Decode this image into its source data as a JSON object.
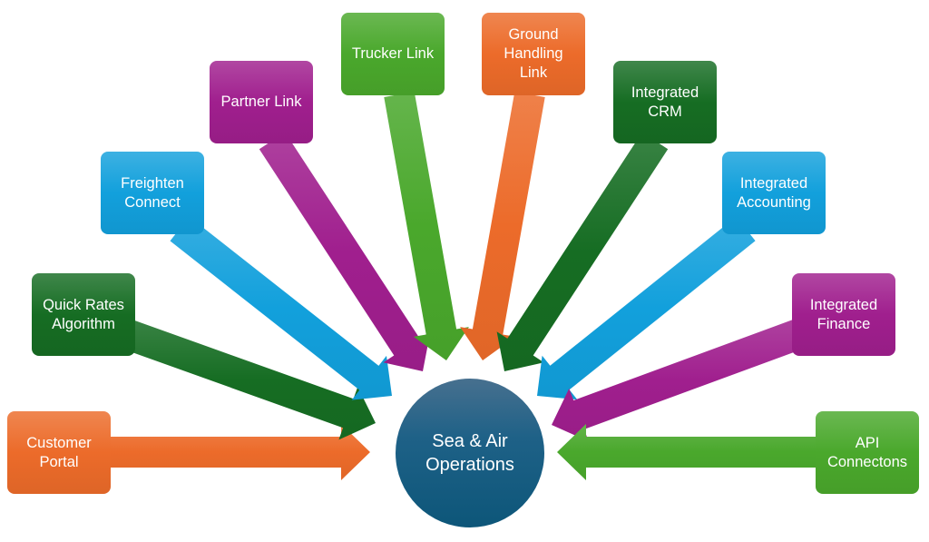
{
  "hub": {
    "label": "Sea & Air\nOperations",
    "color": "#0f5a7e"
  },
  "nodes": [
    {
      "id": "customer-portal",
      "label": "Customer\nPortal",
      "color": "#ec6b2a"
    },
    {
      "id": "quick-rates-algorithm",
      "label": "Quick Rates\nAlgorithm",
      "color": "#166d23"
    },
    {
      "id": "freighten-connect",
      "label": "Freighten\nConnect",
      "color": "#12a0dc"
    },
    {
      "id": "partner-link",
      "label": "Partner Link",
      "color": "#a01f8e"
    },
    {
      "id": "trucker-link",
      "label": "Trucker Link",
      "color": "#4aa82c"
    },
    {
      "id": "ground-handling-link",
      "label": "Ground\nHandling\nLink",
      "color": "#ec6b2a"
    },
    {
      "id": "integrated-crm",
      "label": "Integrated\nCRM",
      "color": "#166d23"
    },
    {
      "id": "integrated-accounting",
      "label": "Integrated\nAccounting",
      "color": "#12a0dc"
    },
    {
      "id": "integrated-finance",
      "label": "Integrated\nFinance",
      "color": "#a01f8e"
    },
    {
      "id": "api-connectons",
      "label": "API\nConnectons",
      "color": "#4aa82c"
    }
  ]
}
